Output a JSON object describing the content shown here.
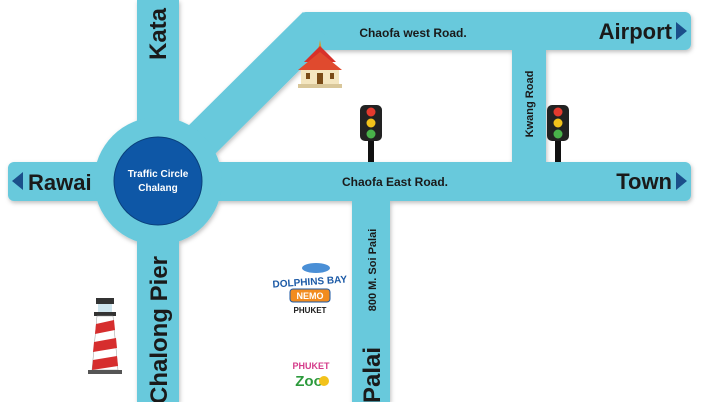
{
  "roads": {
    "chaofa_west": "Chaofa west Road.",
    "chaofa_east": "Chaofa East Road.",
    "kwang": "Kwang Road",
    "soi_palai": "800 M. Soi Palai",
    "palai": "Palai"
  },
  "destinations": {
    "kata": "Kata",
    "chalong_pier": "Chalong Pier",
    "rawai": "Rawai",
    "airport": "Airport",
    "town": "Town"
  },
  "circle": {
    "line1": "Traffic Circle",
    "line2": "Chalang"
  },
  "landmarks": {
    "dolphins_line1": "DOLPHINS BAY",
    "dolphins_badge": "NEMO",
    "dolphins_line2": "PHUKET",
    "zoo_top": "PHUKET",
    "zoo_bottom": "Zoo"
  },
  "icons": [
    "temple-icon",
    "traffic-light-icon",
    "lighthouse-icon",
    "dolphins-bay-logo",
    "phuket-zoo-logo",
    "arrow-left-icon",
    "arrow-right-icon"
  ],
  "colors": {
    "road": "#67c9dc",
    "road_edge": "#2b8fa8",
    "circle": "#0e57a6",
    "arrow": "#1b4f8a",
    "text": "#1a1a1a"
  }
}
